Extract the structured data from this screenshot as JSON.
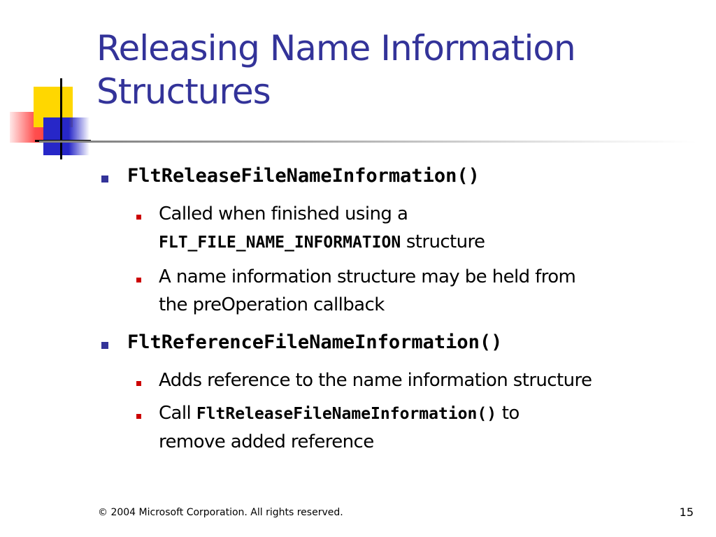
{
  "slide": {
    "title_line1": "Releasing Name Information",
    "title_line2": "Structures",
    "bullets": [
      {
        "text": "FltReleaseFileNameInformation()",
        "subbullets": [
          {
            "line1": "Called when finished using a",
            "line2_code": "FLT_FILE_NAME_INFORMATION",
            "line2_text": " structure"
          },
          {
            "line1": "A name information structure may be held from",
            "line2": "the preOperation callback"
          }
        ]
      },
      {
        "text": "FltReferenceFileNameInformation()",
        "subbullets": [
          {
            "line1": "Adds reference to the name information structure"
          },
          {
            "line1_prefix": "Call ",
            "line1_code": "FltReleaseFileNameInformation()",
            "line1_suffix": " to",
            "line2": "remove added reference"
          }
        ]
      }
    ],
    "footer": "© 2004 Microsoft Corporation. All rights reserved.",
    "page_number": "15"
  },
  "colors": {
    "title": "#333399",
    "level1_bullet": "#333399",
    "level2_bullet": "#cc0000",
    "deco_yellow": "#ffd700",
    "deco_blue": "#2727c8",
    "deco_red": "#ff3b3b"
  }
}
